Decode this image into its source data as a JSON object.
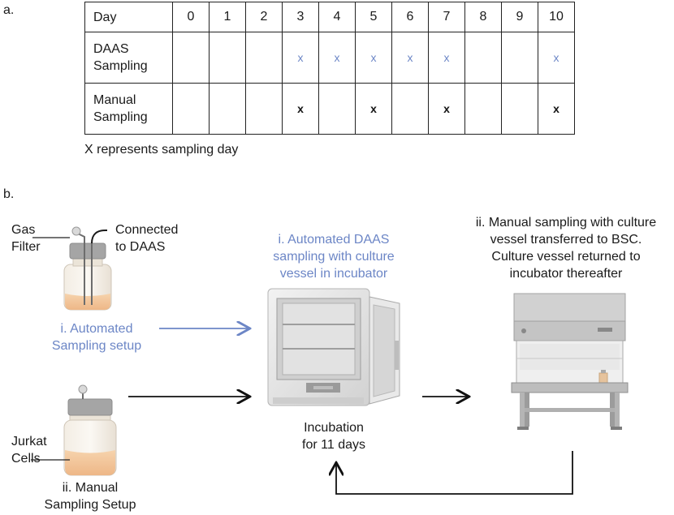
{
  "panel_a_label": "a.",
  "panel_b_label": "b.",
  "table": {
    "header_label": "Day",
    "days": [
      "0",
      "1",
      "2",
      "3",
      "4",
      "5",
      "6",
      "7",
      "8",
      "9",
      "10"
    ],
    "rows": [
      {
        "label_line1": "DAAS",
        "label_line2": "Sampling",
        "marks": [
          "",
          "",
          "",
          "x",
          "x",
          "x",
          "x",
          "x",
          "",
          "",
          "x"
        ],
        "style": "daas"
      },
      {
        "label_line1": "Manual",
        "label_line2": "Sampling",
        "marks": [
          "",
          "",
          "",
          "x",
          "",
          "x",
          "",
          "x",
          "",
          "",
          "x"
        ],
        "style": "manual"
      }
    ]
  },
  "note": "X represents sampling day",
  "labels": {
    "gas_filter_1": "Gas",
    "gas_filter_2": "Filter",
    "connected_1": "Connected",
    "connected_2": "to DAAS",
    "auto_setup_1": "i. Automated",
    "auto_setup_2": "Sampling setup",
    "jurkat_1": "Jurkat",
    "jurkat_2": "Cells",
    "manual_setup_1": "ii. Manual",
    "manual_setup_2": "Sampling Setup",
    "auto_daas_1": "i. Automated DAAS",
    "auto_daas_2": "sampling with culture",
    "auto_daas_3": "vessel in incubator",
    "incubation_1": "Incubation",
    "incubation_2": "for 11 days",
    "manual_bsc_1": "ii. Manual sampling with culture",
    "manual_bsc_2": "vessel transferred to BSC.",
    "manual_bsc_3": "Culture vessel returned to",
    "manual_bsc_4": "incubator thereafter"
  },
  "colors": {
    "accent_blue": "#6c86c6",
    "text": "#1a1a1a",
    "media": "#f2c9a0"
  },
  "icons": [
    "bottle-icon",
    "incubator-icon",
    "biosafety-cabinet-icon",
    "arrow-icon"
  ]
}
